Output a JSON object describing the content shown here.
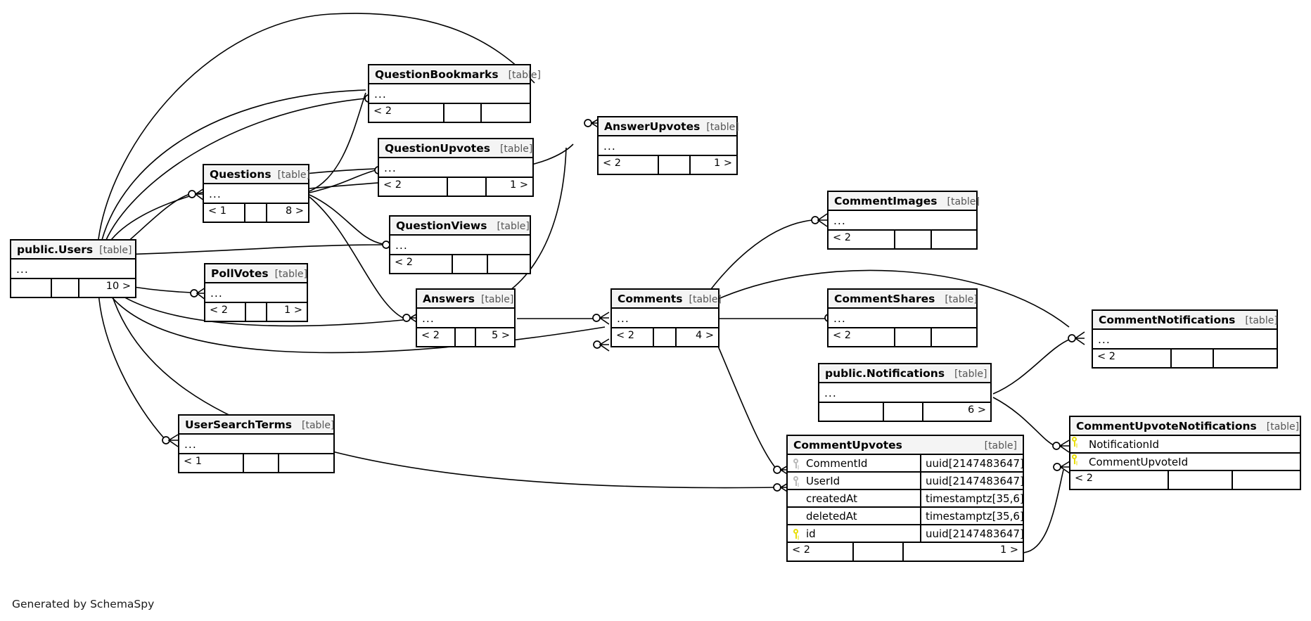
{
  "meta": {
    "tool_label": "Generated by SchemaSpy",
    "table_tag": "[table]",
    "ellipsis": "..."
  },
  "colors": {
    "primary_key": "#e8dd00",
    "foreign_key": "#b8b8b8",
    "node_border": "#000000",
    "title_bg": "#f4f4f4",
    "canvas_bg": "#ffffff"
  },
  "tables": [
    {
      "id": "users",
      "name": "public.Users",
      "tag": "[table]",
      "collapsed": true,
      "footer": {
        "left": "",
        "mid": "",
        "right": "10 >"
      }
    },
    {
      "id": "questionbookmarks",
      "name": "QuestionBookmarks",
      "tag": "[table]",
      "collapsed": true,
      "footer": {
        "left": "< 2",
        "mid": "",
        "right": ""
      }
    },
    {
      "id": "questionupvotes",
      "name": "QuestionUpvotes",
      "tag": "[table]",
      "collapsed": true,
      "footer": {
        "left": "< 2",
        "mid": "",
        "right": "1 >"
      }
    },
    {
      "id": "questions",
      "name": "Questions",
      "tag": "[table]",
      "collapsed": true,
      "footer": {
        "left": "< 1",
        "mid": "",
        "right": "8 >"
      }
    },
    {
      "id": "questionviews",
      "name": "QuestionViews",
      "tag": "[table]",
      "collapsed": true,
      "footer": {
        "left": "< 2",
        "mid": "",
        "right": ""
      }
    },
    {
      "id": "pollvotes",
      "name": "PollVotes",
      "tag": "[table]",
      "collapsed": true,
      "footer": {
        "left": "< 2",
        "mid": "",
        "right": "1 >"
      }
    },
    {
      "id": "answerupvotes",
      "name": "AnswerUpvotes",
      "tag": "[table]",
      "collapsed": true,
      "footer": {
        "left": "< 2",
        "mid": "",
        "right": "1 >"
      }
    },
    {
      "id": "answers",
      "name": "Answers",
      "tag": "[table]",
      "collapsed": true,
      "footer": {
        "left": "< 2",
        "mid": "",
        "right": "5 >"
      }
    },
    {
      "id": "comments",
      "name": "Comments",
      "tag": "[table]",
      "collapsed": true,
      "footer": {
        "left": "< 2",
        "mid": "",
        "right": "4 >"
      }
    },
    {
      "id": "commentimages",
      "name": "CommentImages",
      "tag": "[table]",
      "collapsed": true,
      "footer": {
        "left": "< 2",
        "mid": "",
        "right": ""
      }
    },
    {
      "id": "commentshares",
      "name": "CommentShares",
      "tag": "[table]",
      "collapsed": true,
      "footer": {
        "left": "< 2",
        "mid": "",
        "right": ""
      }
    },
    {
      "id": "notifications",
      "name": "public.Notifications",
      "tag": "[table]",
      "collapsed": true,
      "footer": {
        "left": "",
        "mid": "",
        "right": "6 >"
      }
    },
    {
      "id": "commentnotifications",
      "name": "CommentNotifications",
      "tag": "[table]",
      "collapsed": true,
      "footer": {
        "left": "< 2",
        "mid": "",
        "right": ""
      }
    },
    {
      "id": "usersearchterms",
      "name": "UserSearchTerms",
      "tag": "[table]",
      "collapsed": true,
      "footer": {
        "left": "< 1",
        "mid": "",
        "right": ""
      }
    },
    {
      "id": "commentupvotenotifications",
      "name": "CommentUpvoteNotifications",
      "tag": "[table]",
      "collapsed": false,
      "columns": [
        {
          "key": "pk",
          "name": "NotificationId",
          "type": ""
        },
        {
          "key": "pk",
          "name": "CommentUpvoteId",
          "type": ""
        }
      ],
      "footer": {
        "left": "< 2",
        "mid": "",
        "right": ""
      }
    },
    {
      "id": "commentupvotes",
      "name": "CommentUpvotes",
      "tag": "[table]",
      "collapsed": false,
      "columns": [
        {
          "key": "fk",
          "name": "CommentId",
          "type": "uuid[2147483647]"
        },
        {
          "key": "fk",
          "name": "UserId",
          "type": "uuid[2147483647]"
        },
        {
          "key": "none",
          "name": "createdAt",
          "type": "timestamptz[35,6]"
        },
        {
          "key": "none",
          "name": "deletedAt",
          "type": "timestamptz[35,6]"
        },
        {
          "key": "pk",
          "name": "id",
          "type": "uuid[2147483647]"
        }
      ],
      "footer": {
        "left": "< 2",
        "mid": "",
        "right": "1 >"
      }
    }
  ]
}
